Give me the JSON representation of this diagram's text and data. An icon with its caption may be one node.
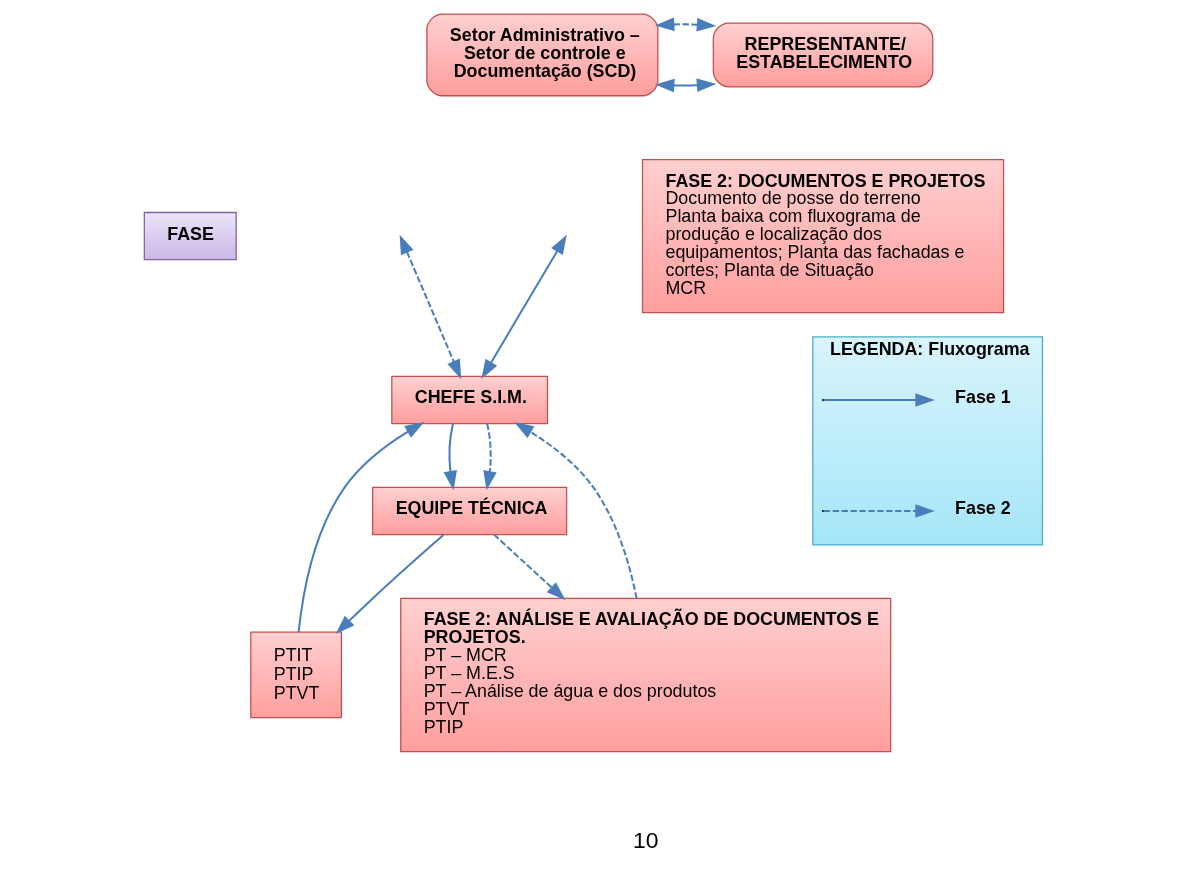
{
  "diagram": {
    "nodes": [
      {
        "text": [
          "Setor Administrativo – Setor de controle e Documentação (SCD)"
        ]
      },
      {
        "text": [
          "REPRESENTANTE/ ESTABELECIMENTO"
        ]
      },
      {
        "text": [
          "FASE"
        ]
      },
      {
        "text": [
          "CHEFE S.I.M."
        ]
      },
      {
        "text": [
          "EQUIPE TÉCNICA"
        ]
      },
      {
        "text": [
          "PTIT",
          "PTIP",
          "PTVT"
        ]
      },
      {
        "text": [
          "FASE 2: DOCUMENTOS E PROJETOS",
          "Documento de posse do terreno",
          "Planta baixa com fluxograma de produção e localização dos equipamentos; Planta das fachadas e cortes; Planta de Situação",
          "MCR"
        ]
      },
      {
        "text": [
          "FASE 2: ANÁLISE E AVALIAÇÃO DE DOCUMENTOS E PROJETOS.",
          "PT – MCR",
          "PT – M.E.S",
          "PT – Análise de água e dos produtos",
          "PTVT",
          "PTIP"
        ]
      },
      {
        "text": [
          "LEGENDA: Fluxograma"
        ]
      }
    ],
    "edges": [
      {
        "from": 0,
        "to": 1,
        "arrow": "both"
      },
      {
        "from": 0,
        "to": 1,
        "arrow": "both",
        "style": "dashed"
      },
      {
        "from": null,
        "to": 3,
        "arrow": "both"
      },
      {
        "from": null,
        "to": 3,
        "arrow": "both",
        "style": "dashed"
      },
      {
        "from": 3,
        "to": 4,
        "arrow": "to"
      },
      {
        "from": 3,
        "to": 4,
        "arrow": "to",
        "style": "dashed"
      },
      {
        "from": 4,
        "to": 5,
        "arrow": "to"
      },
      {
        "from": 5,
        "to": 3,
        "arrow": "to"
      },
      {
        "from": 7,
        "to": 3,
        "arrow": "to",
        "style": "dashed"
      },
      {
        "from": 4,
        "to": 7,
        "arrow": "to",
        "style": "dashed"
      }
    ],
    "labels": [
      "10"
    ],
    "legend": [
      {
        "text": "Fase 1"
      },
      {
        "text": "Fase 2"
      }
    ]
  }
}
